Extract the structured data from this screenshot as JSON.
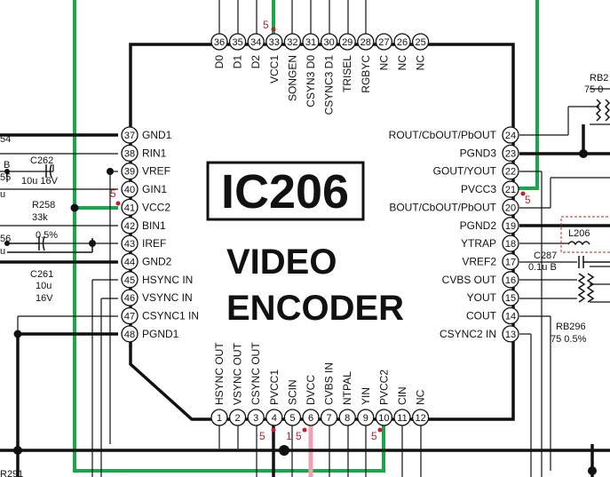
{
  "chip": {
    "designator": "IC206",
    "title_line1": "VIDEO",
    "title_line2": "ENCODER"
  },
  "pins_top": [
    {
      "num": "36",
      "label": "D0"
    },
    {
      "num": "35",
      "label": "D1"
    },
    {
      "num": "34",
      "label": "D2"
    },
    {
      "num": "33",
      "label": "VCC1"
    },
    {
      "num": "32",
      "label": "SONGEN"
    },
    {
      "num": "31",
      "label": "CSYN3  D0"
    },
    {
      "num": "30",
      "label": "CSYNC3  D1"
    },
    {
      "num": "29",
      "label": "TRISEL"
    },
    {
      "num": "28",
      "label": "RGBYC"
    },
    {
      "num": "27",
      "label": "NC"
    },
    {
      "num": "26",
      "label": "NC"
    },
    {
      "num": "25",
      "label": "NC"
    }
  ],
  "pins_left": [
    {
      "num": "37",
      "label": "GND1"
    },
    {
      "num": "38",
      "label": "RIN1"
    },
    {
      "num": "39",
      "label": "VREF"
    },
    {
      "num": "40",
      "label": "GIN1"
    },
    {
      "num": "41",
      "label": "VCC2"
    },
    {
      "num": "42",
      "label": "BIN1"
    },
    {
      "num": "43",
      "label": "IREF"
    },
    {
      "num": "44",
      "label": "GND2"
    },
    {
      "num": "45",
      "label": "HSYNC  IN"
    },
    {
      "num": "46",
      "label": "VSYNC  IN"
    },
    {
      "num": "47",
      "label": "CSYNC1  IN"
    },
    {
      "num": "48",
      "label": "PGND1"
    }
  ],
  "pins_right": [
    {
      "num": "24",
      "label": "ROUT/CbOUT/PbOUT"
    },
    {
      "num": "23",
      "label": "PGND3"
    },
    {
      "num": "22",
      "label": "GOUT/YOUT"
    },
    {
      "num": "21",
      "label": "PVCC3"
    },
    {
      "num": "20",
      "label": "BOUT/CbOUT/PbOUT"
    },
    {
      "num": "19",
      "label": "PGND2"
    },
    {
      "num": "18",
      "label": "YTRAP"
    },
    {
      "num": "17",
      "label": "VREF2"
    },
    {
      "num": "16",
      "label": "CVBS  OUT"
    },
    {
      "num": "15",
      "label": "YOUT"
    },
    {
      "num": "14",
      "label": "COUT"
    },
    {
      "num": "13",
      "label": "CSYNC2  IN"
    }
  ],
  "pins_bottom": [
    {
      "num": "1",
      "label": "HSYNC  OUT"
    },
    {
      "num": "2",
      "label": "VSYNC  OUT"
    },
    {
      "num": "3",
      "label": "CSYNC  OUT"
    },
    {
      "num": "4",
      "label": "PVCC1"
    },
    {
      "num": "5",
      "label": "SCIN"
    },
    {
      "num": "6",
      "label": "DVCC"
    },
    {
      "num": "7",
      "label": "CVBS  IN"
    },
    {
      "num": "8",
      "label": "NTPAL"
    },
    {
      "num": "9",
      "label": "YIN"
    },
    {
      "num": "10",
      "label": "PVCC2"
    },
    {
      "num": "11",
      "label": "CIN"
    },
    {
      "num": "12",
      "label": "NC"
    }
  ],
  "supply_marks": {
    "top_vcc1": "5",
    "left_vcc2": "5",
    "right_pvcc3": "5",
    "bottom_pvcc1": "5",
    "bottom_dvcc_a": "1",
    "bottom_dvcc_b": "5",
    "bottom_pvcc2": "5"
  },
  "components": {
    "c262": "C262",
    "c262_value": "10u  16V",
    "r258": "R258",
    "r258_value": "33k",
    "r258_tol": "0.5%",
    "c261": "C261",
    "c261_value1": "10u",
    "c261_value2": "16V",
    "rb_top": "RB2",
    "rb_top_value": "75  0",
    "l206": "L206",
    "c287": "C287",
    "c287_value": "0.1u  B",
    "rb296": "RB296",
    "rb296_value": "75  0.5%",
    "edge_54": "54",
    "edge_b": "B",
    "edge_55": "55",
    "edge_56": "56",
    "edge_u1": "u",
    "edge_u2": "u",
    "edge_bottom": "R291"
  },
  "colors": {
    "green_trace": "#1aa64a",
    "pink_trace": "#f0a0b4",
    "red_mark": "#c0202a",
    "ink": "#111111"
  }
}
